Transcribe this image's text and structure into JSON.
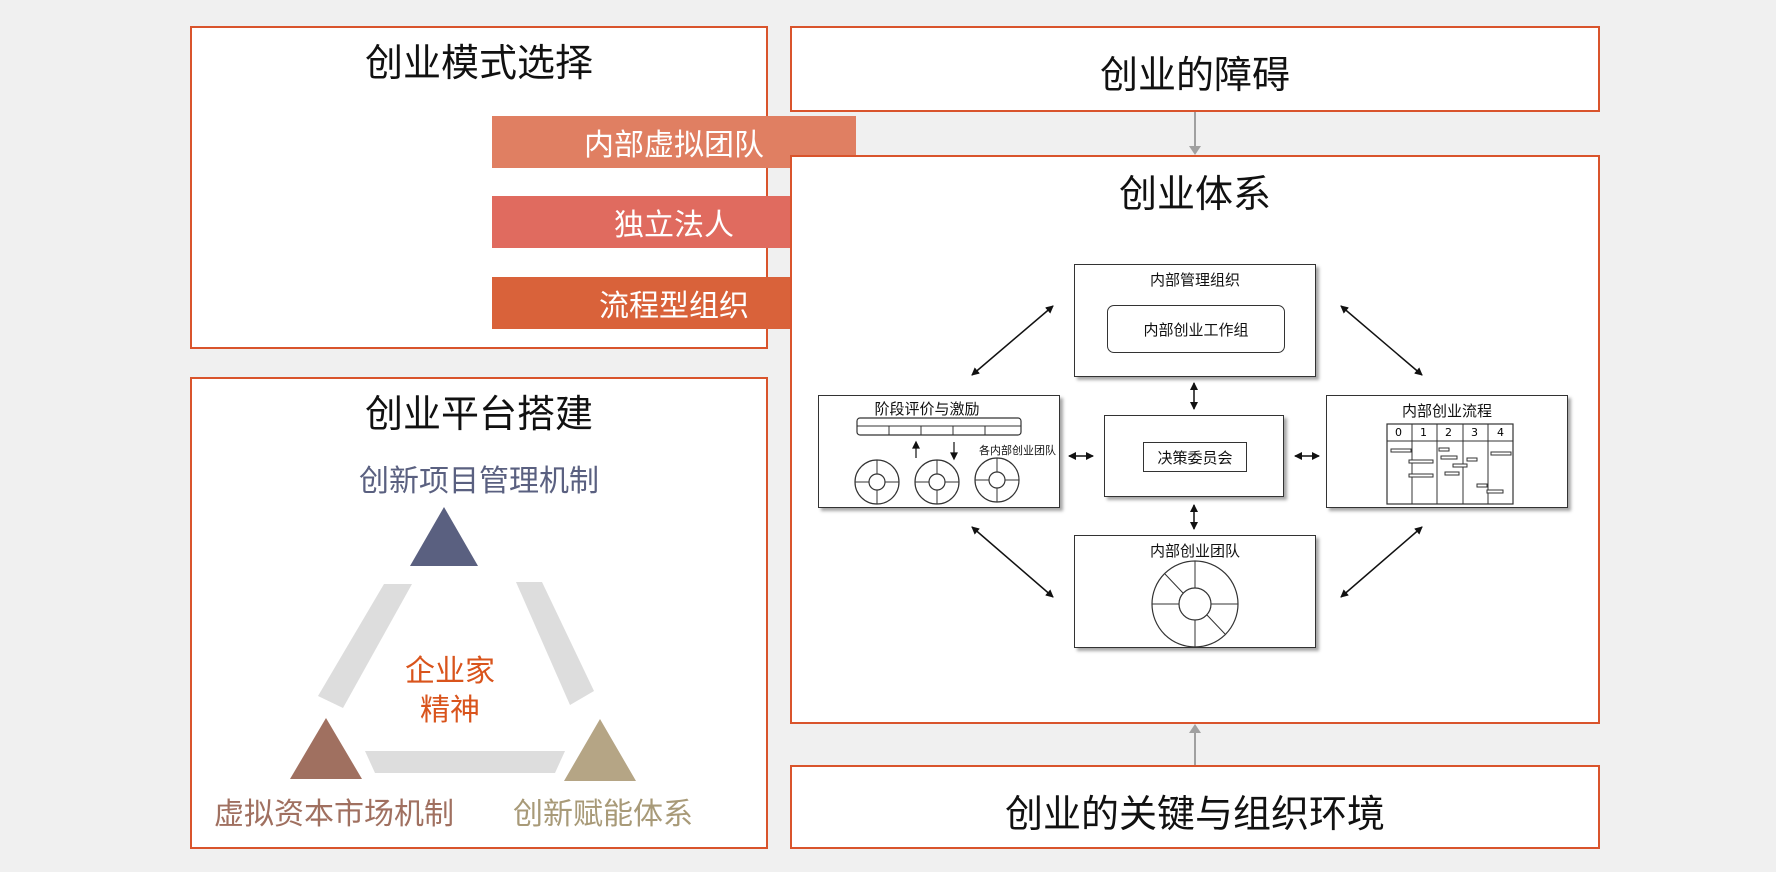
{
  "mode_panel": {
    "title": "创业模式选择",
    "options": [
      {
        "label": "内部虚拟团队",
        "color": "#e07f62"
      },
      {
        "label": "独立法人",
        "color": "#e06b5f"
      },
      {
        "label": "流程型组织",
        "color": "#d9623a"
      }
    ]
  },
  "platform_panel": {
    "title": "创业平台搭建",
    "top_label": "创新项目管理机制",
    "left_label": "虚拟资本市场机制",
    "right_label": "创新赋能体系",
    "center_line1": "企业家",
    "center_line2": "精神",
    "colors": {
      "top": "#5a6080",
      "left": "#a07060",
      "right": "#b5a585",
      "center": "#d9541c",
      "ring": "#dddddd"
    }
  },
  "obstacle_panel": {
    "title": "创业的障碍"
  },
  "system_panel": {
    "title": "创业体系",
    "mgmt_box": {
      "title": "内部管理组织",
      "inner": "内部创业工作组"
    },
    "eval_box": {
      "title": "阶段评价与激励",
      "teams_label": "各内部创业团队"
    },
    "center_box": {
      "title": "决策委员会"
    },
    "process_box": {
      "title": "内部创业流程",
      "columns": [
        "0",
        "1",
        "2",
        "3",
        "4"
      ]
    },
    "team_box": {
      "title": "内部创业团队"
    }
  },
  "key_panel": {
    "title": "创业的关键与组织环境"
  },
  "colors": {
    "border": "#d9542c",
    "background": "#f0f0f0",
    "connector": "#a0a0a0"
  }
}
